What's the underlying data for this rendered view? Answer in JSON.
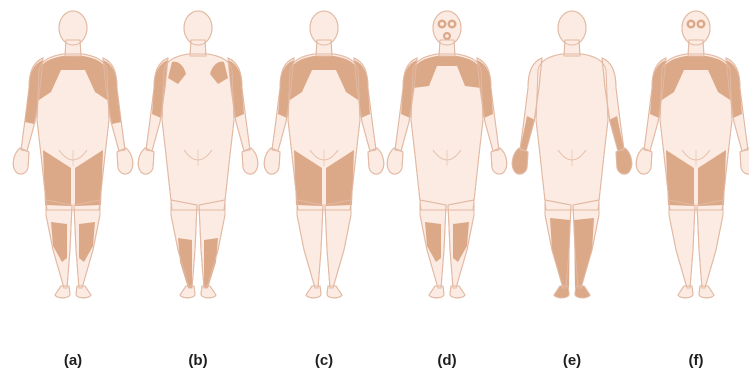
{
  "colors": {
    "skin": "#fcebe2",
    "outline": "#e2b9a3",
    "affected": "#dba888",
    "background": "#ffffff"
  },
  "figures": [
    {
      "label": "(a)",
      "regions": [
        "shoulders-upper-back",
        "arms-to-forearm",
        "thighs",
        "calves"
      ]
    },
    {
      "label": "(b)",
      "regions": [
        "upper-arms",
        "shoulder-blade-patches",
        "lower-calves"
      ]
    },
    {
      "label": "(c)",
      "regions": [
        "shoulders-upper-back",
        "upper-arms",
        "thighs"
      ]
    },
    {
      "label": "(d)",
      "regions": [
        "face-around-eyes-mouth",
        "shoulders-upper-chest",
        "upper-arms",
        "calves"
      ]
    },
    {
      "label": "(e)",
      "regions": [
        "forearms",
        "hands",
        "lower-legs"
      ]
    },
    {
      "label": "(f)",
      "regions": [
        "face-around-eyes",
        "shoulders-upper-back",
        "upper-arms",
        "thighs"
      ]
    }
  ]
}
